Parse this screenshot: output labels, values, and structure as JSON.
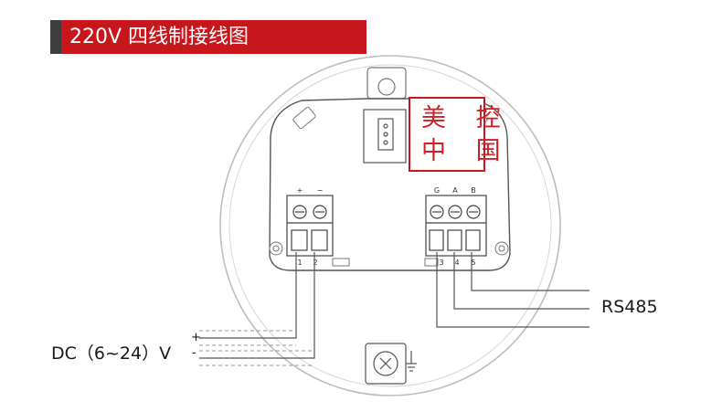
{
  "header": {
    "title": "220V 四线制接线图"
  },
  "stamp": {
    "line1": "美 控",
    "line2": "中 国"
  },
  "terminals": {
    "power": [
      {
        "number": "1",
        "polarity": "+"
      },
      {
        "number": "2",
        "polarity": "−"
      }
    ],
    "comm": [
      {
        "number": "3",
        "signal": "G"
      },
      {
        "number": "4",
        "signal": "A"
      },
      {
        "number": "5",
        "signal": "B"
      }
    ]
  },
  "labels": {
    "rs485": "RS485",
    "dc_supply": "DC（6~24）V",
    "dc_plus": "+",
    "dc_minus": "-"
  },
  "colors": {
    "banner": "#c8161d",
    "banner_accent": "#3d3d3d",
    "stamp": "#d21d24",
    "line": "#555555"
  },
  "icons": {
    "ground": "ground-screw-icon"
  }
}
